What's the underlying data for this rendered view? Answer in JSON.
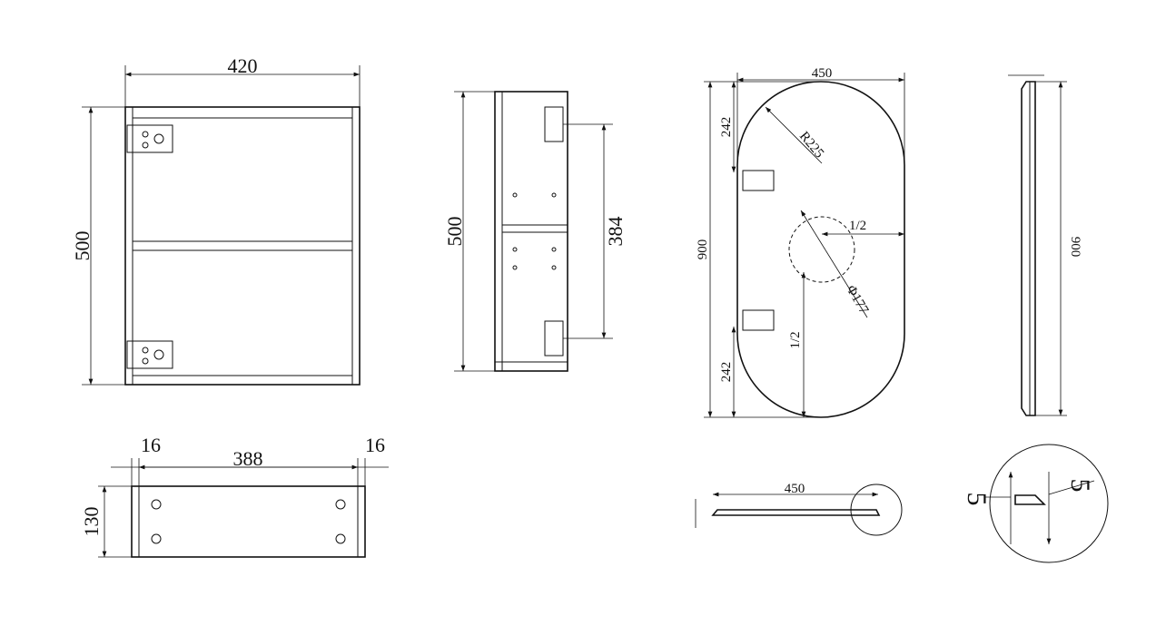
{
  "front_view": {
    "width": "420",
    "height": "500"
  },
  "side_view": {
    "height": "500",
    "hinge_spacing": "384"
  },
  "mirror_front": {
    "width": "450",
    "top_offset": "242",
    "radius": "R225",
    "half_width": "1/2",
    "height": "900",
    "hole_diameter": "Φ177",
    "half_height": "1/2",
    "bottom_offset": "242"
  },
  "mirror_side": {
    "height": "900"
  },
  "shelf_top": {
    "left_thickness": "16",
    "inner_width": "388",
    "right_thickness": "16",
    "depth": "130"
  },
  "mirror_plan": {
    "width": "450"
  },
  "detail": {
    "left_edge": "5",
    "right_edge": "5"
  }
}
